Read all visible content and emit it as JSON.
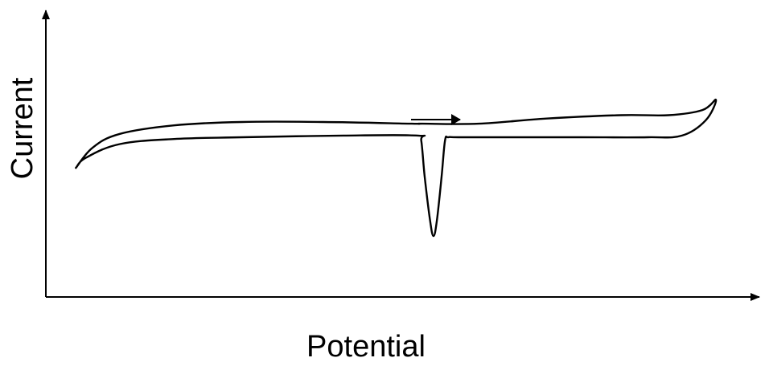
{
  "chart_data": {
    "type": "line",
    "title": "",
    "xlabel": "Potential",
    "ylabel": "Current",
    "grid": false,
    "legend": "none",
    "ticks": "none",
    "series": [
      {
        "points": [
          [
            0.055,
            0.4
          ],
          [
            0.08,
            0.52
          ],
          [
            0.12,
            0.6
          ],
          [
            0.2,
            0.65
          ],
          [
            0.3,
            0.67
          ],
          [
            0.42,
            0.67
          ],
          [
            0.551,
            0.66
          ],
          [
            0.566,
            0.66
          ],
          [
            0.65,
            0.66
          ],
          [
            0.75,
            0.69
          ],
          [
            0.86,
            0.71
          ],
          [
            0.93,
            0.71
          ],
          [
            0.98,
            0.74
          ],
          [
            1.0,
            0.8
          ],
          [
            0.985,
            0.68
          ],
          [
            0.95,
            0.59
          ],
          [
            0.9,
            0.58
          ],
          [
            0.8,
            0.58
          ],
          [
            0.7,
            0.58
          ],
          [
            0.62,
            0.58
          ],
          [
            0.605,
            0.58
          ],
          [
            0.6,
            0.56
          ],
          [
            0.595,
            0.35
          ],
          [
            0.588,
            0.09
          ],
          [
            0.583,
            0.0
          ],
          [
            0.578,
            0.09
          ],
          [
            0.57,
            0.35
          ],
          [
            0.565,
            0.56
          ],
          [
            0.56,
            0.59
          ],
          [
            0.45,
            0.59
          ],
          [
            0.3,
            0.58
          ],
          [
            0.2,
            0.57
          ],
          [
            0.12,
            0.54
          ],
          [
            0.07,
            0.46
          ],
          [
            0.055,
            0.4
          ]
        ]
      }
    ],
    "annotations": [
      {
        "type": "arrow",
        "direction": "right"
      }
    ]
  }
}
